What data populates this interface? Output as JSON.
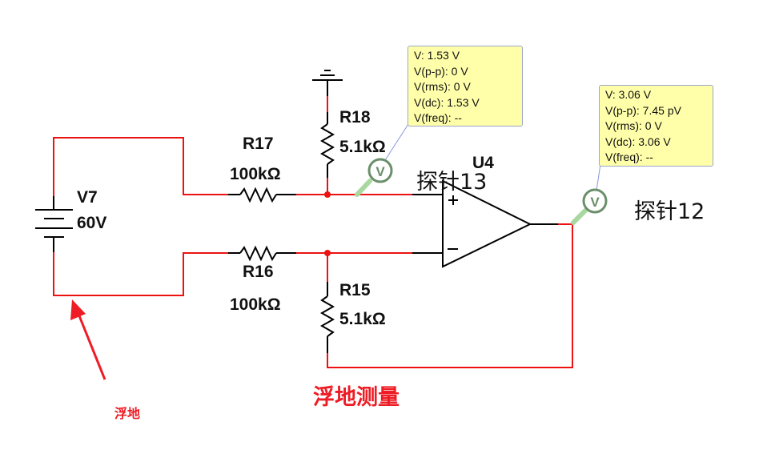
{
  "components": {
    "source": {
      "ref": "V7",
      "value": "60V"
    },
    "r17": {
      "ref": "R17",
      "value": "100kΩ"
    },
    "r16": {
      "ref": "R16",
      "value": "100kΩ"
    },
    "r18": {
      "ref": "R18",
      "value": "5.1kΩ"
    },
    "r15": {
      "ref": "R15",
      "value": "5.1kΩ"
    },
    "opamp": {
      "ref": "U4",
      "plus": "+",
      "minus": "−"
    }
  },
  "probes": {
    "probe13": {
      "name": "探针13",
      "icon": "V",
      "readings": [
        "V: 1.53 V",
        "V(p-p): 0 V",
        "V(rms): 0 V",
        "V(dc): 1.53 V",
        "V(freq): --"
      ]
    },
    "probe12": {
      "name": "探针12",
      "icon": "V",
      "readings": [
        "V: 3.06 V",
        "V(p-p): 7.45 pV",
        "V(rms): 0 V",
        "V(dc): 3.06 V",
        "V(freq): --"
      ]
    }
  },
  "annotations": {
    "floating_ground": "浮地",
    "floating_measurement": "浮地测量"
  },
  "colors": {
    "wire": "#ee1111",
    "annotation": "#ee1c25",
    "probe_icon": "#6a8f6a",
    "tooltip_bg": "#ffffaa"
  }
}
